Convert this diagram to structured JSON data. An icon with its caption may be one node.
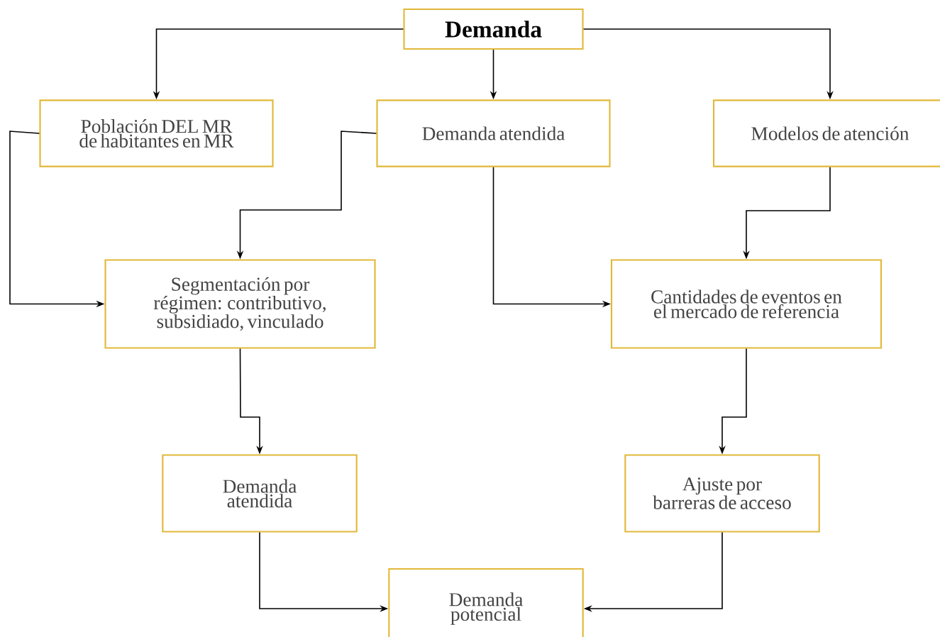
{
  "diagram": {
    "nodes": [
      {
        "text": [
          "Demanda"
        ]
      },
      {
        "text": [
          "Población DEL MR de habitantes en MR"
        ]
      },
      {
        "text": [
          "Demanda atendida"
        ]
      },
      {
        "text": [
          "Modelos de atención"
        ]
      },
      {
        "text": [
          "Segmentación por régimen: contributivo, subsidiado, vinculado"
        ]
      },
      {
        "text": [
          "Cantidades de eventos en el mercado de referencia"
        ]
      },
      {
        "text": [
          "Demanda atendida"
        ]
      },
      {
        "text": [
          "Ajuste por barreras de acceso"
        ]
      },
      {
        "text": [
          "Demanda potencial"
        ]
      }
    ],
    "edges": [
      {
        "from": 0,
        "to": 1,
        "arrow": "to"
      },
      {
        "from": 0,
        "to": 2,
        "arrow": "to"
      },
      {
        "from": 0,
        "to": 3,
        "arrow": "to"
      },
      {
        "from": 1,
        "to": 4,
        "arrow": "to"
      },
      {
        "from": 2,
        "to": 4,
        "arrow": "to"
      },
      {
        "from": 2,
        "to": 5,
        "arrow": "to"
      },
      {
        "from": 3,
        "to": 5,
        "arrow": "to"
      },
      {
        "from": 4,
        "to": 6,
        "arrow": "to"
      },
      {
        "from": 5,
        "to": 7,
        "arrow": "to"
      },
      {
        "from": 6,
        "to": 8,
        "arrow": "to"
      },
      {
        "from": 7,
        "to": 8,
        "arrow": "to"
      }
    ]
  }
}
